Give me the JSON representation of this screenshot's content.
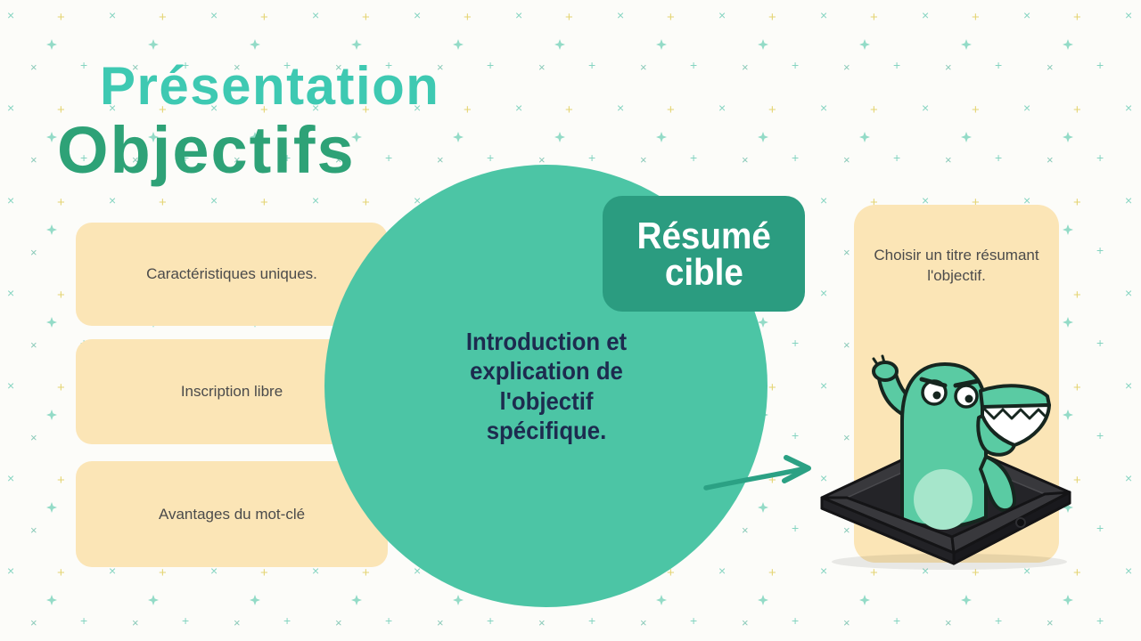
{
  "header": {
    "kicker": "Présentation",
    "title": "Objectifs"
  },
  "left_cards": [
    {
      "label": "Caractéristiques uniques."
    },
    {
      "label": "Inscription libre"
    },
    {
      "label": "Avantages du mot-clé"
    }
  ],
  "badge": {
    "line1": "Résumé",
    "line2": "cible"
  },
  "circle": {
    "text": "Introduction et explication de l'objectif spécifique."
  },
  "right_card": {
    "text": "Choisir un titre résumant l'objectif."
  },
  "icons": {
    "arrow": "curved-right-arrow",
    "illustration": "crocodile-popping-out-of-tablet"
  },
  "colors": {
    "kicker": "#3ec9b2",
    "title": "#2ea277",
    "circle": "#4cc5a5",
    "badge": "#2b9c80",
    "card_bg": "#fbe5b6",
    "circle_text": "#1d2b4f",
    "arrow": "#2ba184",
    "croc_green": "#5acba3"
  }
}
